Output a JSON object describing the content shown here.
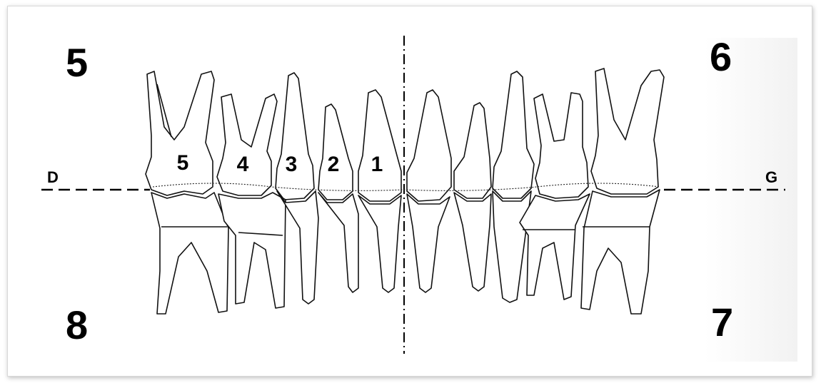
{
  "quadrants": {
    "upper_right": "5",
    "upper_left": "6",
    "lower_left": "7",
    "lower_right": "8"
  },
  "sides": {
    "right": "D",
    "left": "G"
  },
  "tooth_numbers": [
    "5",
    "4",
    "3",
    "2",
    "1"
  ]
}
